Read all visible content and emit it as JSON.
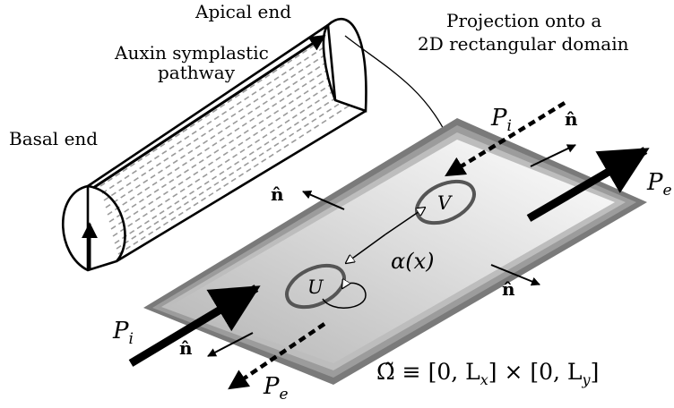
{
  "labels": {
    "apical_end": "Apical end",
    "auxin_line1": "Auxin symplastic",
    "auxin_line2": "pathway",
    "basal_end": "Basal end",
    "projection_line1": "Projection onto a",
    "projection_line2": "2D rectangular domain",
    "normal_symbol": "n̂",
    "pi_main": "P",
    "pi_sub": "i",
    "pe_main": "P",
    "pe_sub": "e",
    "u": "U",
    "v": "V",
    "alpha": "α(x)",
    "domain_eq": "Ω̃ ≡ [0, L",
    "lx_sub": "x",
    "domain_mid": "] × [0, L",
    "ly_sub": "y",
    "domain_end": "]"
  },
  "colors": {
    "outer_border": "#7a7a7a",
    "mid_border": "#9c9c9c",
    "inner_border": "#bdbdbd",
    "interior_dark": "#b8b8b8",
    "interior_light": "#ffffff",
    "ellipse_stroke": "#555555",
    "dashed_lines": "#999999"
  },
  "icons": [
    "double-arrow-icon",
    "self-loop-arrow-icon",
    "curved-arrow-icon"
  ]
}
